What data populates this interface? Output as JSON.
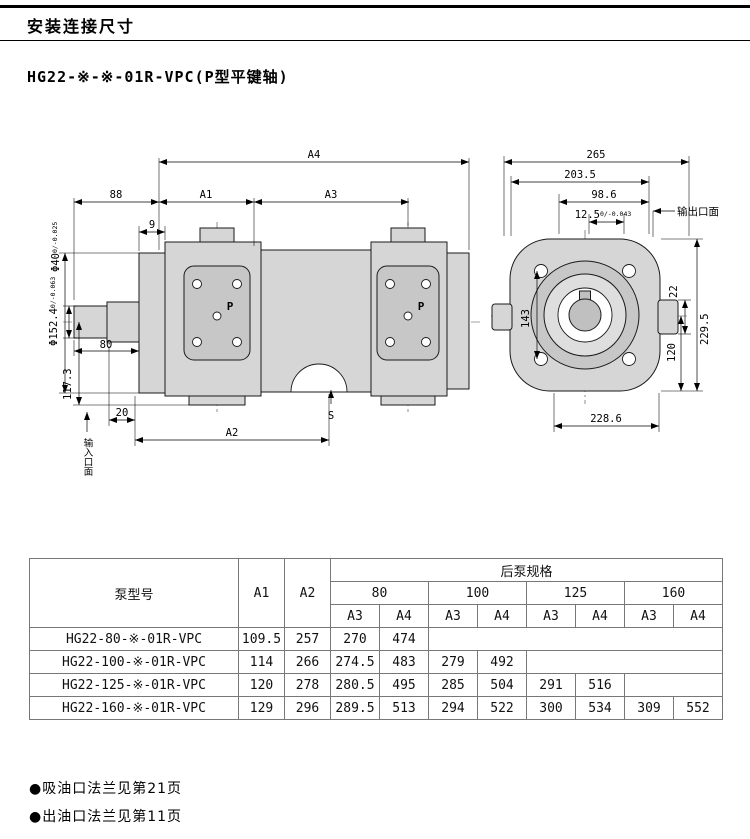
{
  "page": {
    "title": "安装连接尺寸",
    "model_heading": "HG22-※-※-01R-VPC(P型平键轴)"
  },
  "drawing": {
    "side": {
      "a4": "A4",
      "d88": "88",
      "a1": "A1",
      "a3": "A3",
      "d9": "9",
      "shaft_dia": "Φ40",
      "shaft_dia_tol": "0/-0.025",
      "pilot_dia": "Φ152.4",
      "pilot_dia_tol": "0/-0.063",
      "d80": "80",
      "d117": "117.3",
      "d20": "20",
      "a2": "A2",
      "s": "S",
      "p": "P",
      "inlet_face": "输入口面"
    },
    "front": {
      "d265": "265",
      "d203": "203.5",
      "d98": "98.6",
      "d12": "12.5",
      "d12_tol": "0/-0.043",
      "outlet_face": "输出口面",
      "d143": "143",
      "d22": "22",
      "d229": "229.5",
      "d120": "120",
      "d228": "228.6"
    }
  },
  "table": {
    "col_model": "泵型号",
    "col_a1": "A1",
    "col_a2": "A2",
    "group": "后泵规格",
    "sizes": [
      "80",
      "100",
      "125",
      "160"
    ],
    "sub": [
      "A3",
      "A4"
    ],
    "rows": [
      {
        "model": "HG22-80-※-01R-VPC",
        "a1": "109.5",
        "a2": "257",
        "v": [
          "270",
          "474"
        ]
      },
      {
        "model": "HG22-100-※-01R-VPC",
        "a1": "114",
        "a2": "266",
        "v": [
          "274.5",
          "483",
          "279",
          "492"
        ]
      },
      {
        "model": "HG22-125-※-01R-VPC",
        "a1": "120",
        "a2": "278",
        "v": [
          "280.5",
          "495",
          "285",
          "504",
          "291",
          "516"
        ]
      },
      {
        "model": "HG22-160-※-01R-VPC",
        "a1": "129",
        "a2": "296",
        "v": [
          "289.5",
          "513",
          "294",
          "522",
          "300",
          "534",
          "309",
          "552"
        ]
      }
    ]
  },
  "notes": [
    "●吸油口法兰见第21页",
    "●出油口法兰见第11页"
  ]
}
